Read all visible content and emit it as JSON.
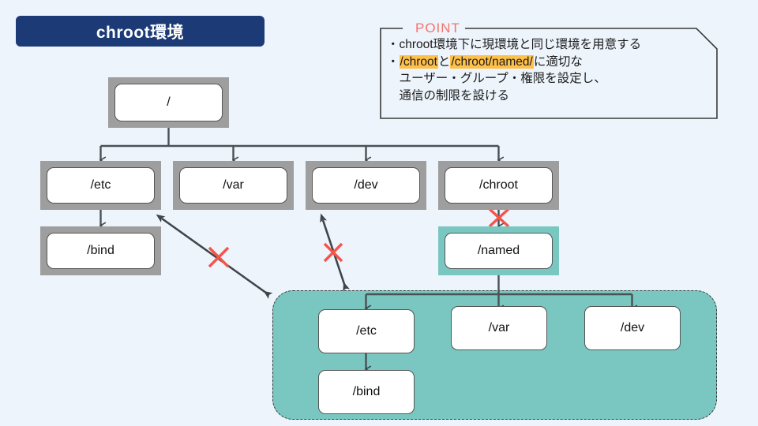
{
  "slide": {
    "background_color": "#edf4fc",
    "title": {
      "text": "chroot環境",
      "bg_color": "#1b3a76",
      "text_color": "#ffffff"
    }
  },
  "point_callout": {
    "label": "POINT",
    "label_color": "#f4736b",
    "highlight_color": "#ffc04a",
    "lines": [
      {
        "bullet": "・",
        "segments": [
          {
            "text": "chroot環境下に現環境と同じ環境を用意する",
            "highlight": false
          }
        ]
      },
      {
        "bullet": "・",
        "segments": [
          {
            "text": "/chroot",
            "highlight": true
          },
          {
            "text": "と",
            "highlight": false
          },
          {
            "text": "/chroot/named/",
            "highlight": true
          },
          {
            "text": "に適切な",
            "highlight": false
          }
        ]
      },
      {
        "bullet": "",
        "segments": [
          {
            "text": "　ユーザー・グループ・権限を設定し、",
            "highlight": false
          }
        ]
      },
      {
        "bullet": "",
        "segments": [
          {
            "text": "　通信の制限を設ける",
            "highlight": false
          }
        ]
      }
    ]
  },
  "host_tree": {
    "root": {
      "label": "/"
    },
    "children": [
      {
        "label": "/etc"
      },
      {
        "label": "/var"
      },
      {
        "label": "/dev"
      },
      {
        "label": "/chroot"
      }
    ],
    "etc_child": {
      "label": "/bind"
    },
    "named": {
      "label": "/named",
      "frame_color": "#79c7c0"
    }
  },
  "chroot_container": {
    "fill_color": "#79c7c0",
    "border_style": "dashed",
    "children": [
      {
        "label": "/etc"
      },
      {
        "label": "/var"
      },
      {
        "label": "/dev"
      }
    ],
    "etc_child": {
      "label": "/bind"
    }
  },
  "blocked_links": {
    "marker_color": "#f4554a",
    "marker_glyph": "×",
    "items": [
      {
        "from": "/etc",
        "to": "chroot-container",
        "blocked": true
      },
      {
        "from": "/dev",
        "to": "chroot-container",
        "blocked": true
      },
      {
        "from": "/chroot",
        "to": "/named",
        "blocked": true
      }
    ]
  }
}
